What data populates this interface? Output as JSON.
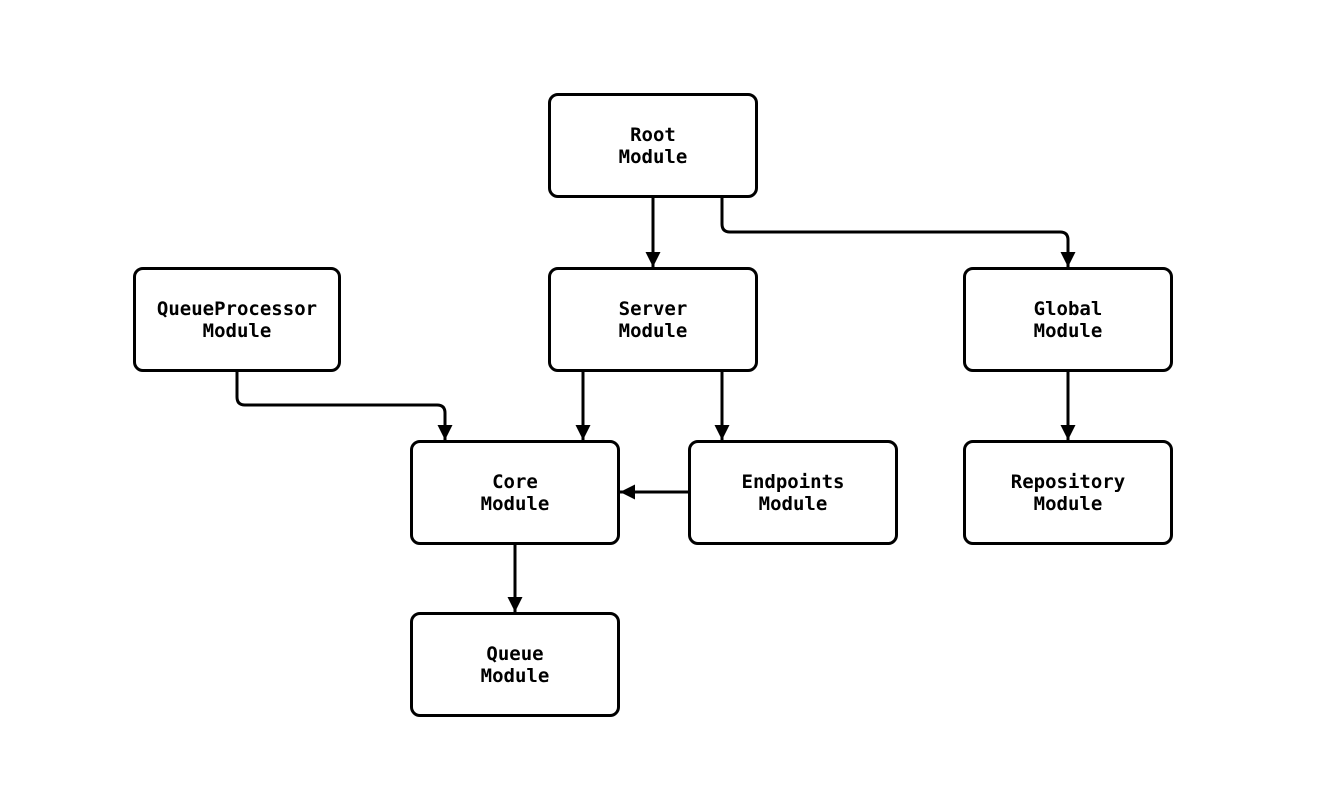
{
  "diagram": {
    "type": "module-dependency-graph",
    "background_color": "#ffffff",
    "node_fill": "#ffffff",
    "node_border_color": "#000000",
    "edge_color": "#000000",
    "text_color": "#000000",
    "nodes": {
      "root": {
        "label": "Root\nModule"
      },
      "queueproc": {
        "label": "QueueProcessor\nModule"
      },
      "server": {
        "label": "Server\nModule"
      },
      "global": {
        "label": "Global\nModule"
      },
      "core": {
        "label": "Core\nModule"
      },
      "endpoints": {
        "label": "Endpoints\nModule"
      },
      "repository": {
        "label": "Repository\nModule"
      },
      "queue": {
        "label": "Queue\nModule"
      }
    },
    "edges": [
      {
        "from": "Root Module",
        "to": "Server Module"
      },
      {
        "from": "Root Module",
        "to": "Global Module"
      },
      {
        "from": "QueueProcessor Module",
        "to": "Core Module"
      },
      {
        "from": "Server Module",
        "to": "Core Module"
      },
      {
        "from": "Server Module",
        "to": "Endpoints Module"
      },
      {
        "from": "Endpoints Module",
        "to": "Core Module"
      },
      {
        "from": "Global Module",
        "to": "Repository Module"
      },
      {
        "from": "Core Module",
        "to": "Queue Module"
      }
    ]
  }
}
